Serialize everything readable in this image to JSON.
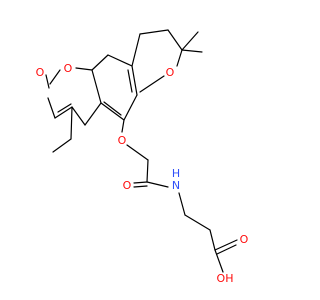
{
  "molecule": {
    "atoms": [
      {
        "label": "O"
      },
      {
        "label": "O"
      },
      {
        "label": "O"
      },
      {
        "label": "O"
      },
      {
        "label": "O"
      },
      {
        "label": "N"
      },
      {
        "label": "H"
      },
      {
        "label": "O"
      },
      {
        "label": "OH"
      }
    ]
  },
  "colors": {
    "bond": "#000000",
    "oxygen": "#ff0d0d",
    "nitrogen": "#3050f8"
  }
}
